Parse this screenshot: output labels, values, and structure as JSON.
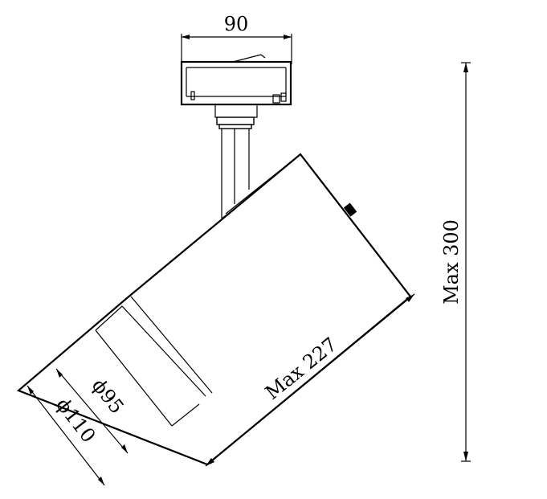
{
  "dimensions": {
    "track_width": "90",
    "max_height": "Max  300",
    "max_length": "Max  227",
    "outer_diameter": "ϕ110",
    "inner_diameter": "ϕ95"
  }
}
